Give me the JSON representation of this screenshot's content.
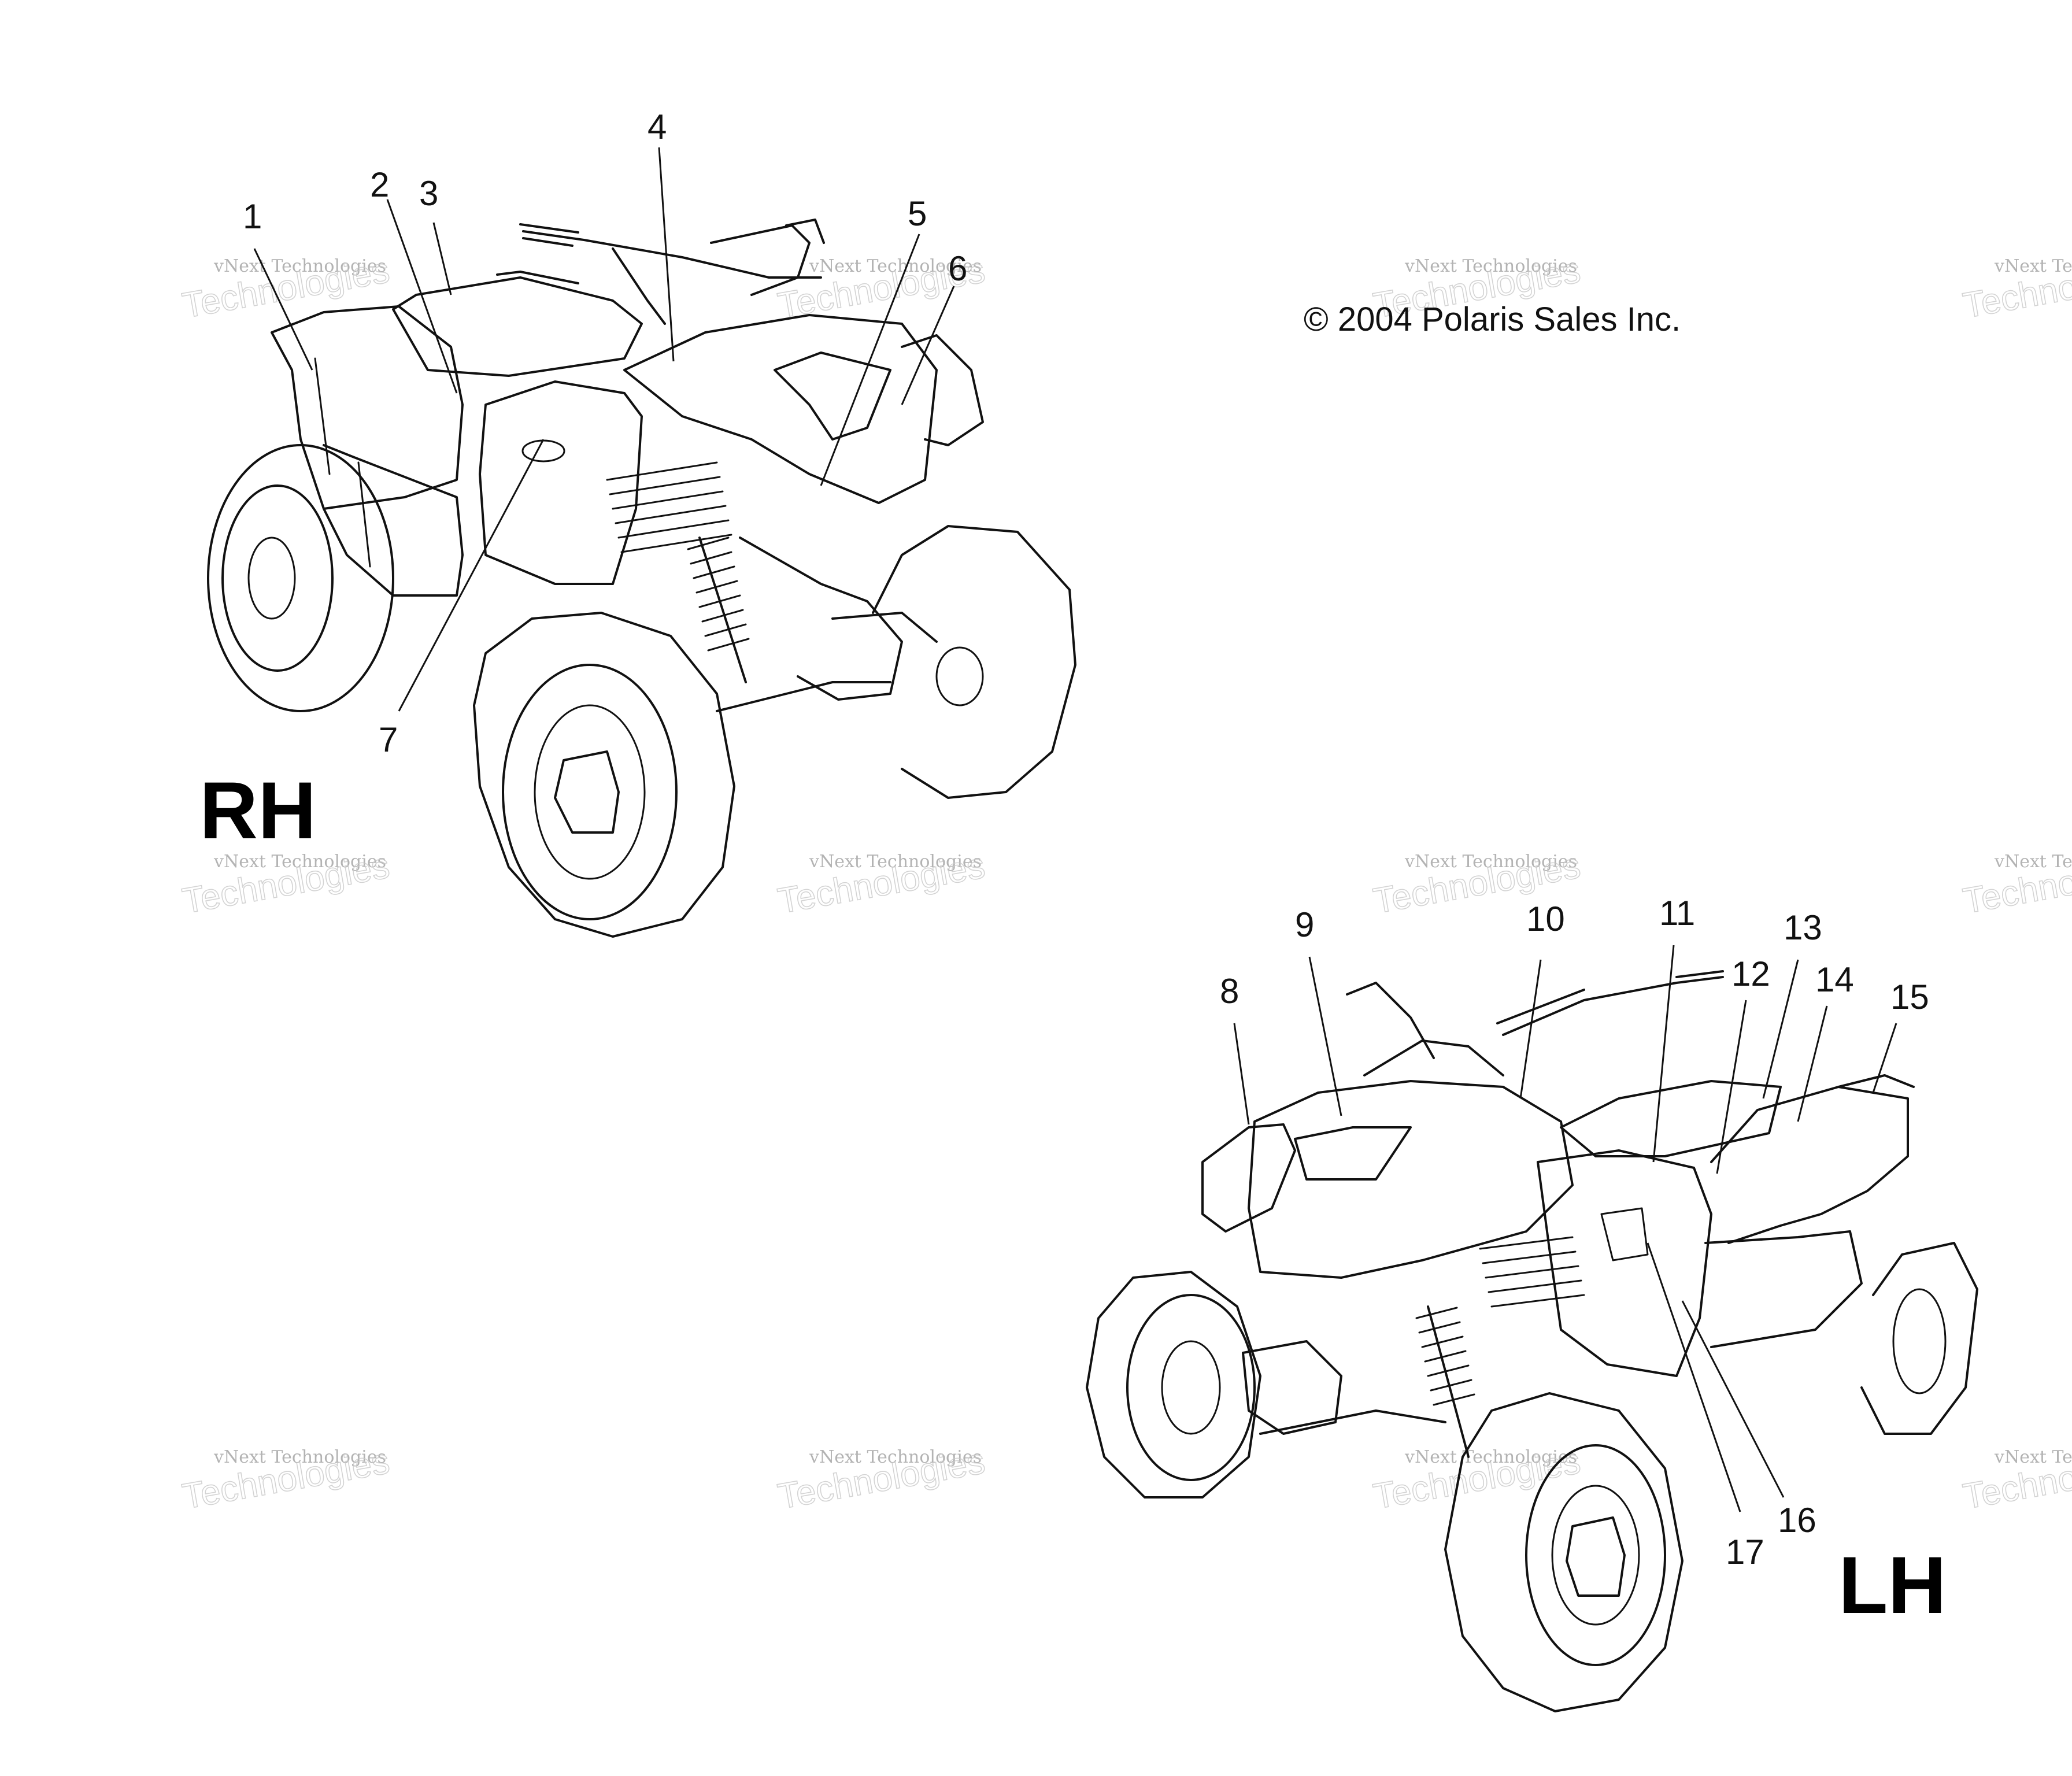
{
  "copyright": "© 2004 Polaris Sales Inc.",
  "views": {
    "rh": {
      "label": "RH"
    },
    "lh": {
      "label": "LH"
    }
  },
  "callouts": [
    "1",
    "2",
    "3",
    "4",
    "5",
    "6",
    "7",
    "8",
    "9",
    "10",
    "11",
    "12",
    "13",
    "14",
    "15",
    "16",
    "17"
  ],
  "watermark": {
    "line1": "vNext Technologies",
    "line2": "Technologies"
  }
}
